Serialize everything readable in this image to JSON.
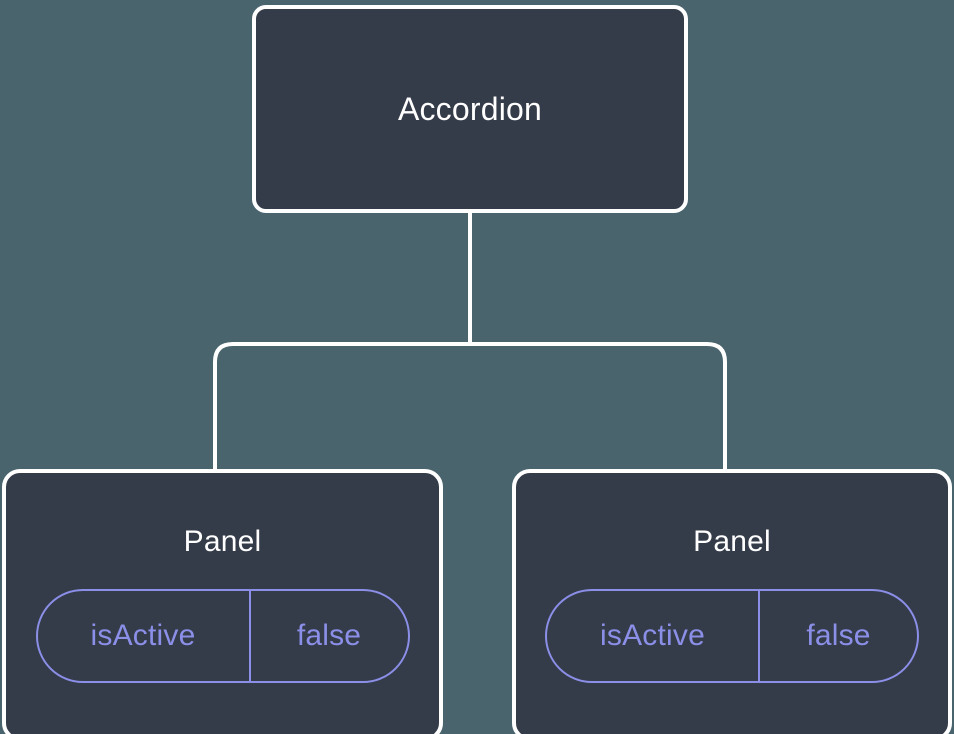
{
  "diagram": {
    "type": "component-tree",
    "background_color": "#4a646e",
    "node_fill_color": "#343b49",
    "node_border_color": "#ffffff",
    "edge_color": "#ffffff",
    "badge_color": "#8b8fe8",
    "title_color": "#ffffff",
    "root": {
      "label": "Accordion"
    },
    "children": [
      {
        "label": "Panel",
        "props": [
          {
            "key": "isActive",
            "value": "false"
          }
        ]
      },
      {
        "label": "Panel",
        "props": [
          {
            "key": "isActive",
            "value": "false"
          }
        ]
      }
    ]
  }
}
